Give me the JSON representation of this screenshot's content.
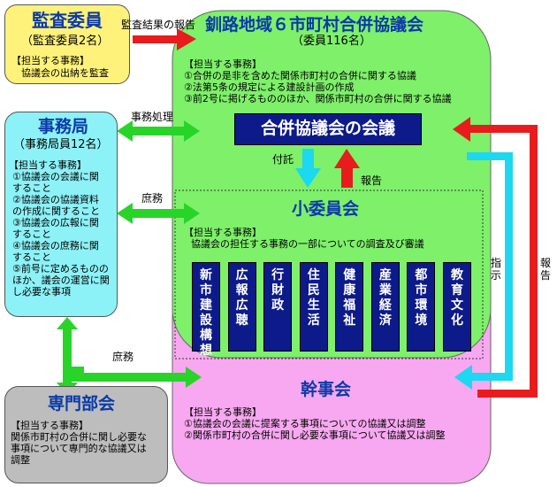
{
  "audit": {
    "title": "監査委員",
    "count": "（監査委員2名）",
    "duty_head": "【担当する事務】",
    "duty": "協議会の出納を監査",
    "arrow_label": "監査結果の報告"
  },
  "council": {
    "title": "釧路地域６市町村合併協議会",
    "count": "（委員116名）",
    "duty_head": "【担当する事務】",
    "duties": [
      "①合併の是非を含めた関係市町村の合併に関する協議",
      "②法第5条の規定による建設計画の作成",
      "③前2号に掲げるもののほか、関係市町村の合併に関する協議"
    ],
    "meeting": "合併協議会の会議"
  },
  "secretariat": {
    "title": "事務局",
    "count": "（事務局員12名）",
    "duty_head": "【担当する事務】",
    "duty_lines": [
      "①協議会の会議に関",
      "すること",
      "②協議会の協議資料",
      "の作成に関すること",
      "③協議会の広報に関",
      "すること",
      "④協議会の庶務に関",
      "すること",
      "⑤前号に定めるものの",
      "ほか、議会の運営に関",
      "し必要な事項"
    ],
    "arrow_label_1": "事務処理",
    "arrow_label_2": "庶務",
    "arrow_label_3": "庶務"
  },
  "subcommittee": {
    "title": "小委員会",
    "duty_head": "【担当する事務】",
    "duty": "協議会の担任する事務の一部についての調査及び審議",
    "entrust_label": "付託",
    "report_label": "報告",
    "committees": [
      "新市建設構想",
      "広報広聴",
      "行財政",
      "住民生活",
      "健康福祉",
      "産業経済",
      "都市環境",
      "教育文化"
    ]
  },
  "steering": {
    "title": "幹事会",
    "duty_head": "【担当する事務】",
    "duties": [
      "①協議会の会議に提案する事項についての協議又は調整",
      "②関係市町村の合併に関し必要な事項について協議又は調整"
    ],
    "instruct_label": "指示",
    "report_label": "報告"
  },
  "expert": {
    "title": "専門部会",
    "duty_head": "【担当する事務】",
    "duty_lines": [
      "関係市町村の合併に関し必要な",
      "事項について専門的な協議又は",
      "調整"
    ]
  },
  "colors": {
    "council_green": "#7ef06a",
    "steering_pink": "#f7a8f0",
    "audit_yellow": "#fff27a",
    "secretariat_cyan": "#8cf2f7",
    "expert_gray": "#bdbdbd",
    "navy": "#0c1a8a",
    "red_arrow": "#e81c1c",
    "cyan_arrow": "#1cd8f0",
    "green_arrow": "#28d428"
  }
}
